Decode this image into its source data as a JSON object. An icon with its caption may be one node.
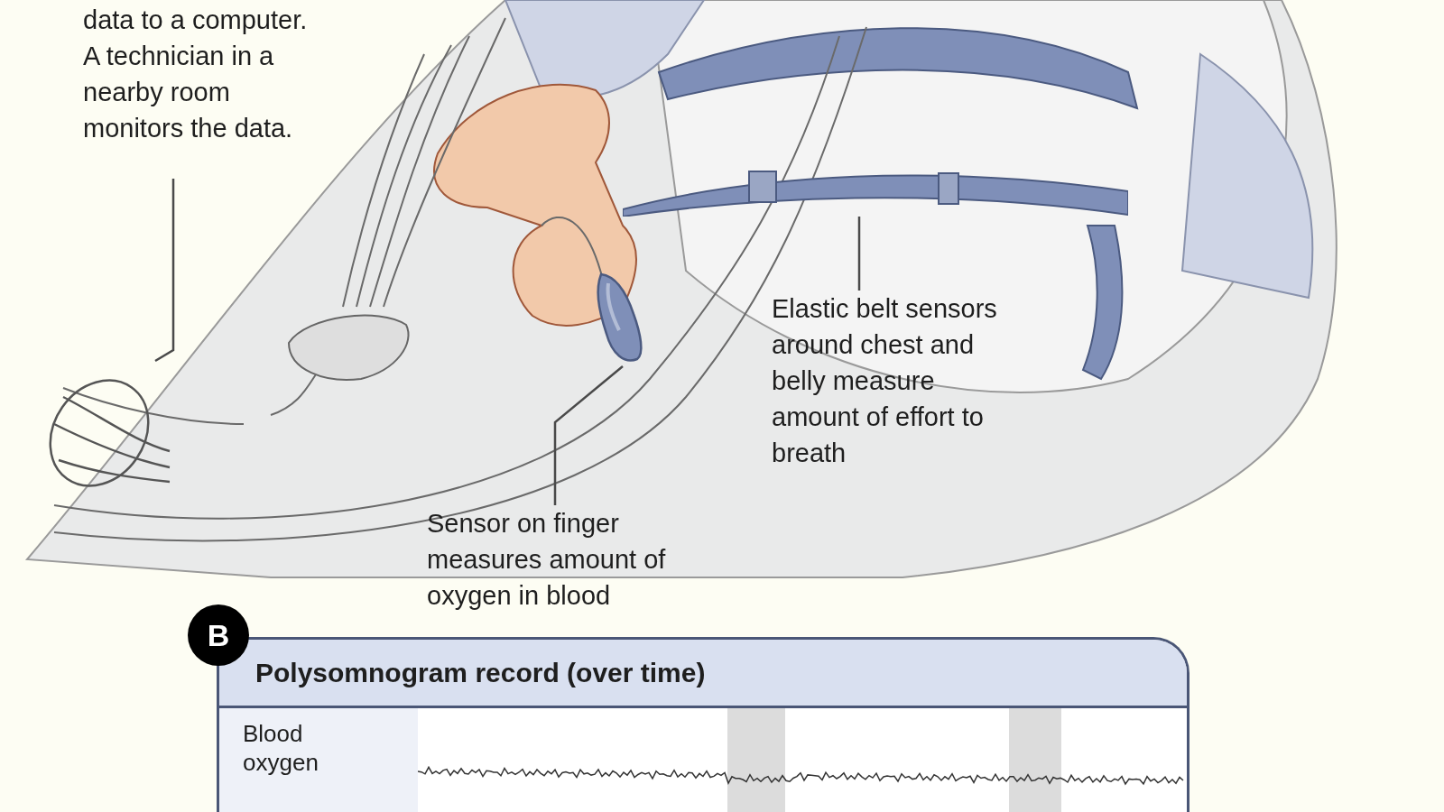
{
  "diagram": {
    "nodes": [
      {
        "text": [
          "data to a computer. A technician in a nearby room monitors the data."
        ]
      },
      {
        "text": [],
        "shape": "picture"
      },
      {
        "text": [
          "Elastic belt sensors around chest and belly measure amount of effort to breath"
        ]
      },
      {
        "text": [],
        "shape": "picture"
      },
      {
        "text": [
          "Sensor on finger measures amount of oxygen in blood"
        ]
      },
      {
        "text": [],
        "shape": "picture"
      },
      {
        "text": [
          "Polysomnogram record (over time)"
        ]
      },
      {
        "text": [
          "B"
        ]
      }
    ],
    "edges": [
      {
        "from": 0,
        "to": 1,
        "arrow": "none"
      },
      {
        "from": 2,
        "to": 3,
        "arrow": "none"
      },
      {
        "from": 4,
        "to": 5,
        "arrow": "none"
      }
    ],
    "labels": [
      "Blood oxygen"
    ]
  }
}
